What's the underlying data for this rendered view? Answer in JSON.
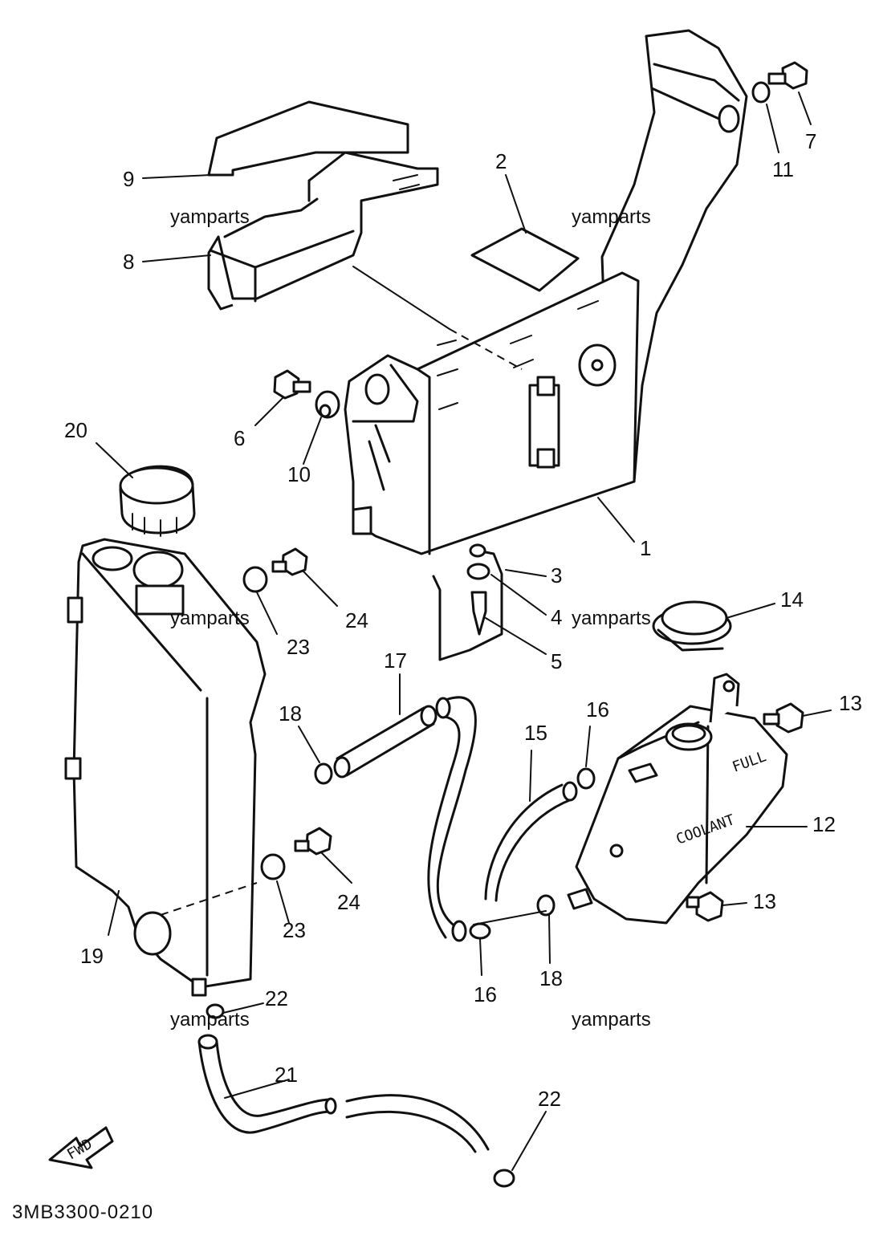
{
  "callouts": [
    "1",
    "2",
    "3",
    "4",
    "5",
    "6",
    "7",
    "8",
    "9",
    "10",
    "11",
    "12",
    "13",
    "14",
    "15",
    "16",
    "17",
    "18",
    "19",
    "20",
    "21",
    "22",
    "23",
    "24"
  ],
  "extra_callouts": {
    "n13b": "13",
    "n16b": "16",
    "n18b": "18",
    "n22b": "22",
    "n23b": "23",
    "n24b": "24"
  },
  "watermark": "yamparts",
  "part_code": "3MB3300-0210",
  "fwd_label": "FWD",
  "tank_labels": {
    "full": "FULL",
    "coolant": "COOLANT"
  }
}
